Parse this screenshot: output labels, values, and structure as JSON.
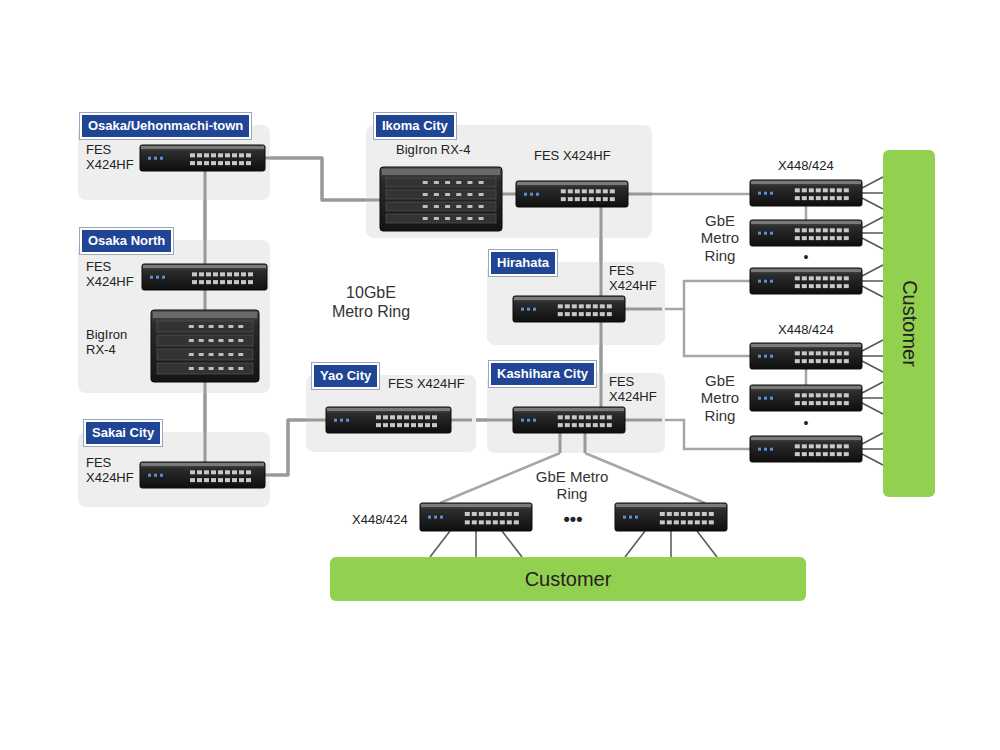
{
  "diagram": {
    "nodes": [
      {
        "text": [
          "Osaka/Uehonmachi-town",
          "FES X424HF"
        ]
      },
      {
        "text": [
          "Ikoma City",
          "BigIron RX-4",
          "FES X424HF"
        ]
      },
      {
        "text": [
          "Osaka North",
          "FES X424HF",
          "BigIron RX-4"
        ]
      },
      {
        "text": [
          "Hirahata",
          "FES X424HF"
        ]
      },
      {
        "text": [
          "Sakai City",
          "FES X424HF"
        ]
      },
      {
        "text": [
          "Yao City",
          "FES X424HF"
        ]
      },
      {
        "text": [
          "Kashihara City",
          "FES X424HF"
        ]
      },
      {
        "text": [
          "Customer"
        ]
      },
      {
        "text": [
          "Customer"
        ]
      }
    ],
    "edges": [
      {
        "from": 0,
        "to": 1,
        "arrow": "none"
      },
      {
        "from": 0,
        "to": 2,
        "arrow": "none"
      },
      {
        "from": 2,
        "to": 4,
        "arrow": "none"
      },
      {
        "from": 4,
        "to": 5,
        "arrow": "none"
      },
      {
        "from": 5,
        "to": 6,
        "arrow": "none"
      },
      {
        "from": 6,
        "to": 3,
        "arrow": "none"
      },
      {
        "from": 3,
        "to": 1,
        "arrow": "none"
      }
    ],
    "labels": [
      "X448/424",
      "GbE Metro Ring",
      "•",
      "10GbE Metro Ring",
      "X448/424",
      "GbE Metro Ring",
      "•",
      "GbE Metro Ring",
      "•••",
      "X448/424"
    ]
  }
}
